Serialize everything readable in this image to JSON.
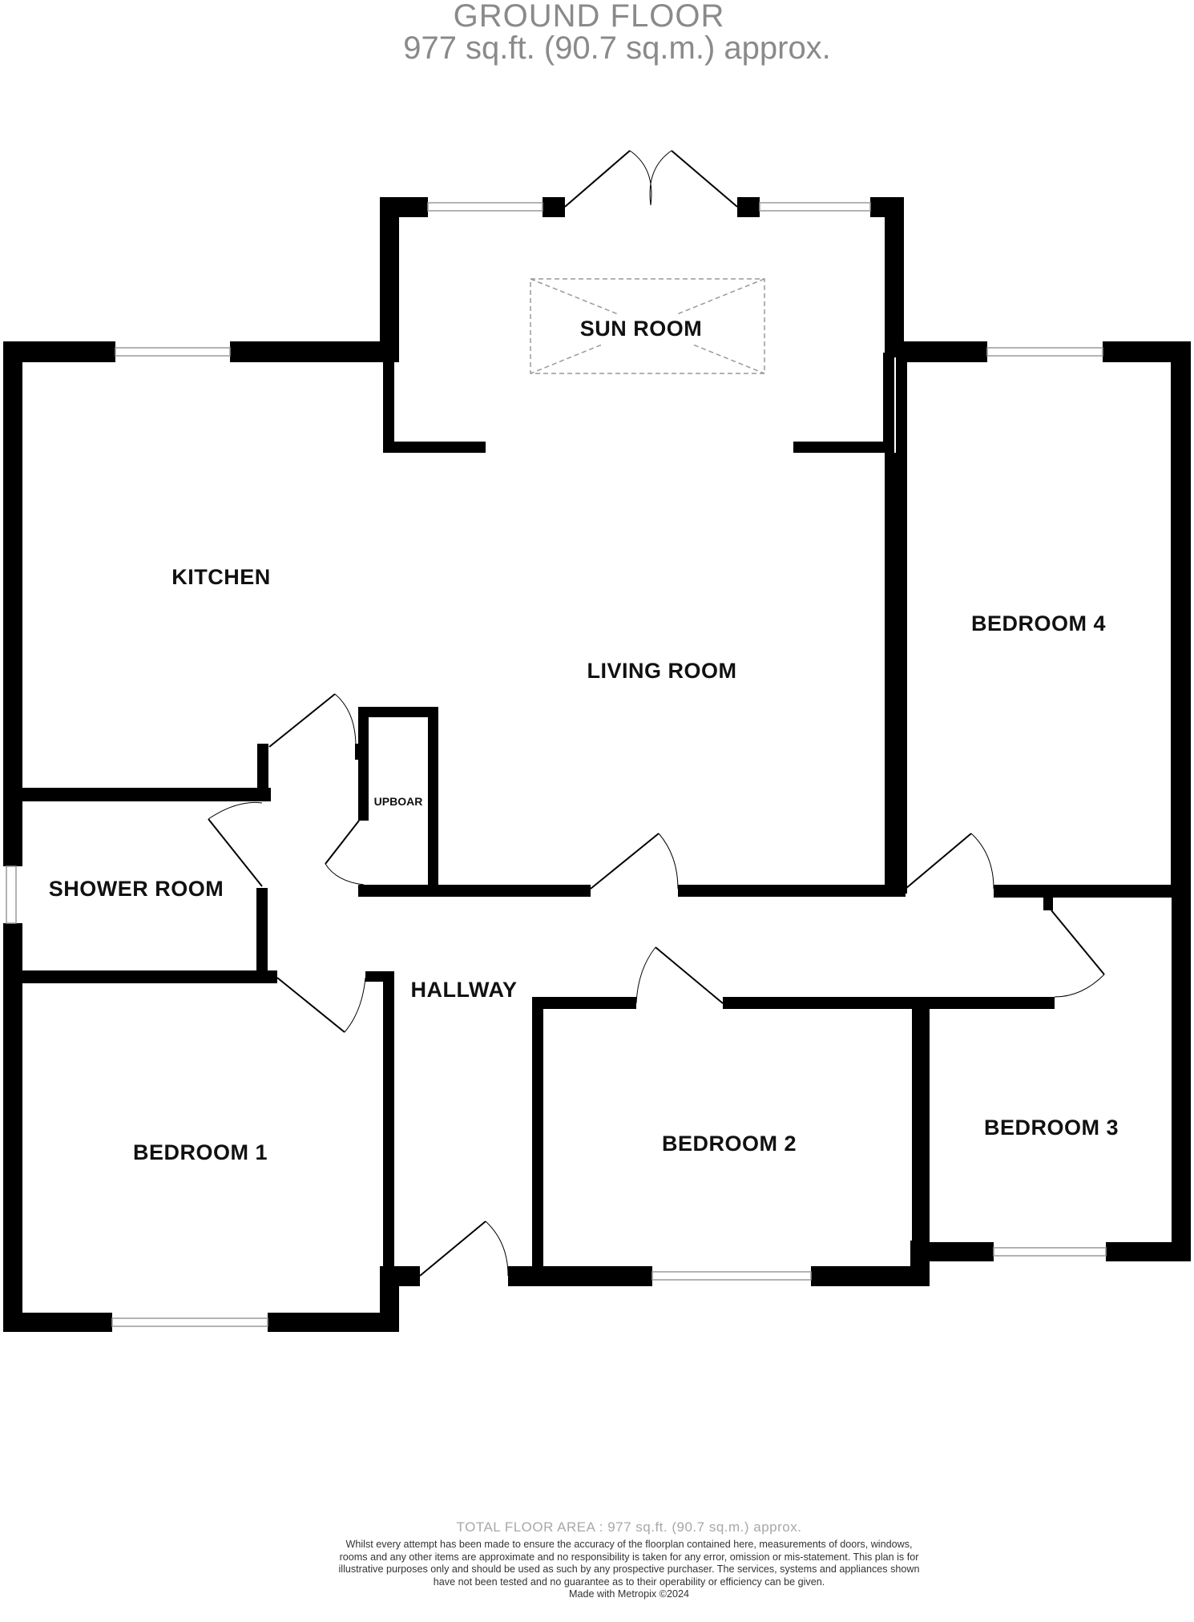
{
  "header": {
    "floor_title": "GROUND FLOOR",
    "area": "977 sq.ft. (90.7 sq.m.) approx."
  },
  "rooms": {
    "sun_room": "SUN ROOM",
    "kitchen": "KITCHEN",
    "living_room": "LIVING ROOM",
    "bedroom_4": "BEDROOM 4",
    "cupboard": "UPBOAR",
    "shower_room": "SHOWER ROOM",
    "hallway": "HALLWAY",
    "bedroom_1": "BEDROOM 1",
    "bedroom_2": "BEDROOM 2",
    "bedroom_3": "BEDROOM 3"
  },
  "footer": {
    "total_area": "TOTAL FLOOR AREA : 977 sq.ft. (90.7 sq.m.) approx.",
    "disclaimer": "Whilst every attempt has been made to ensure the accuracy of the floorplan contained here, measurements of doors, windows, rooms and any other items are approximate and no responsibility is taken for any error, omission or mis-statement. This plan is for illustrative purposes only and should be used as such by any prospective purchaser. The services, systems and appliances shown have not been tested and no guarantee as to their operability or efficiency can be given.",
    "made_with": "Made with Metropix ©2024"
  },
  "colors": {
    "wall": "#000000",
    "header_text": "#8a8a8a",
    "window": "#9a9a9a"
  }
}
